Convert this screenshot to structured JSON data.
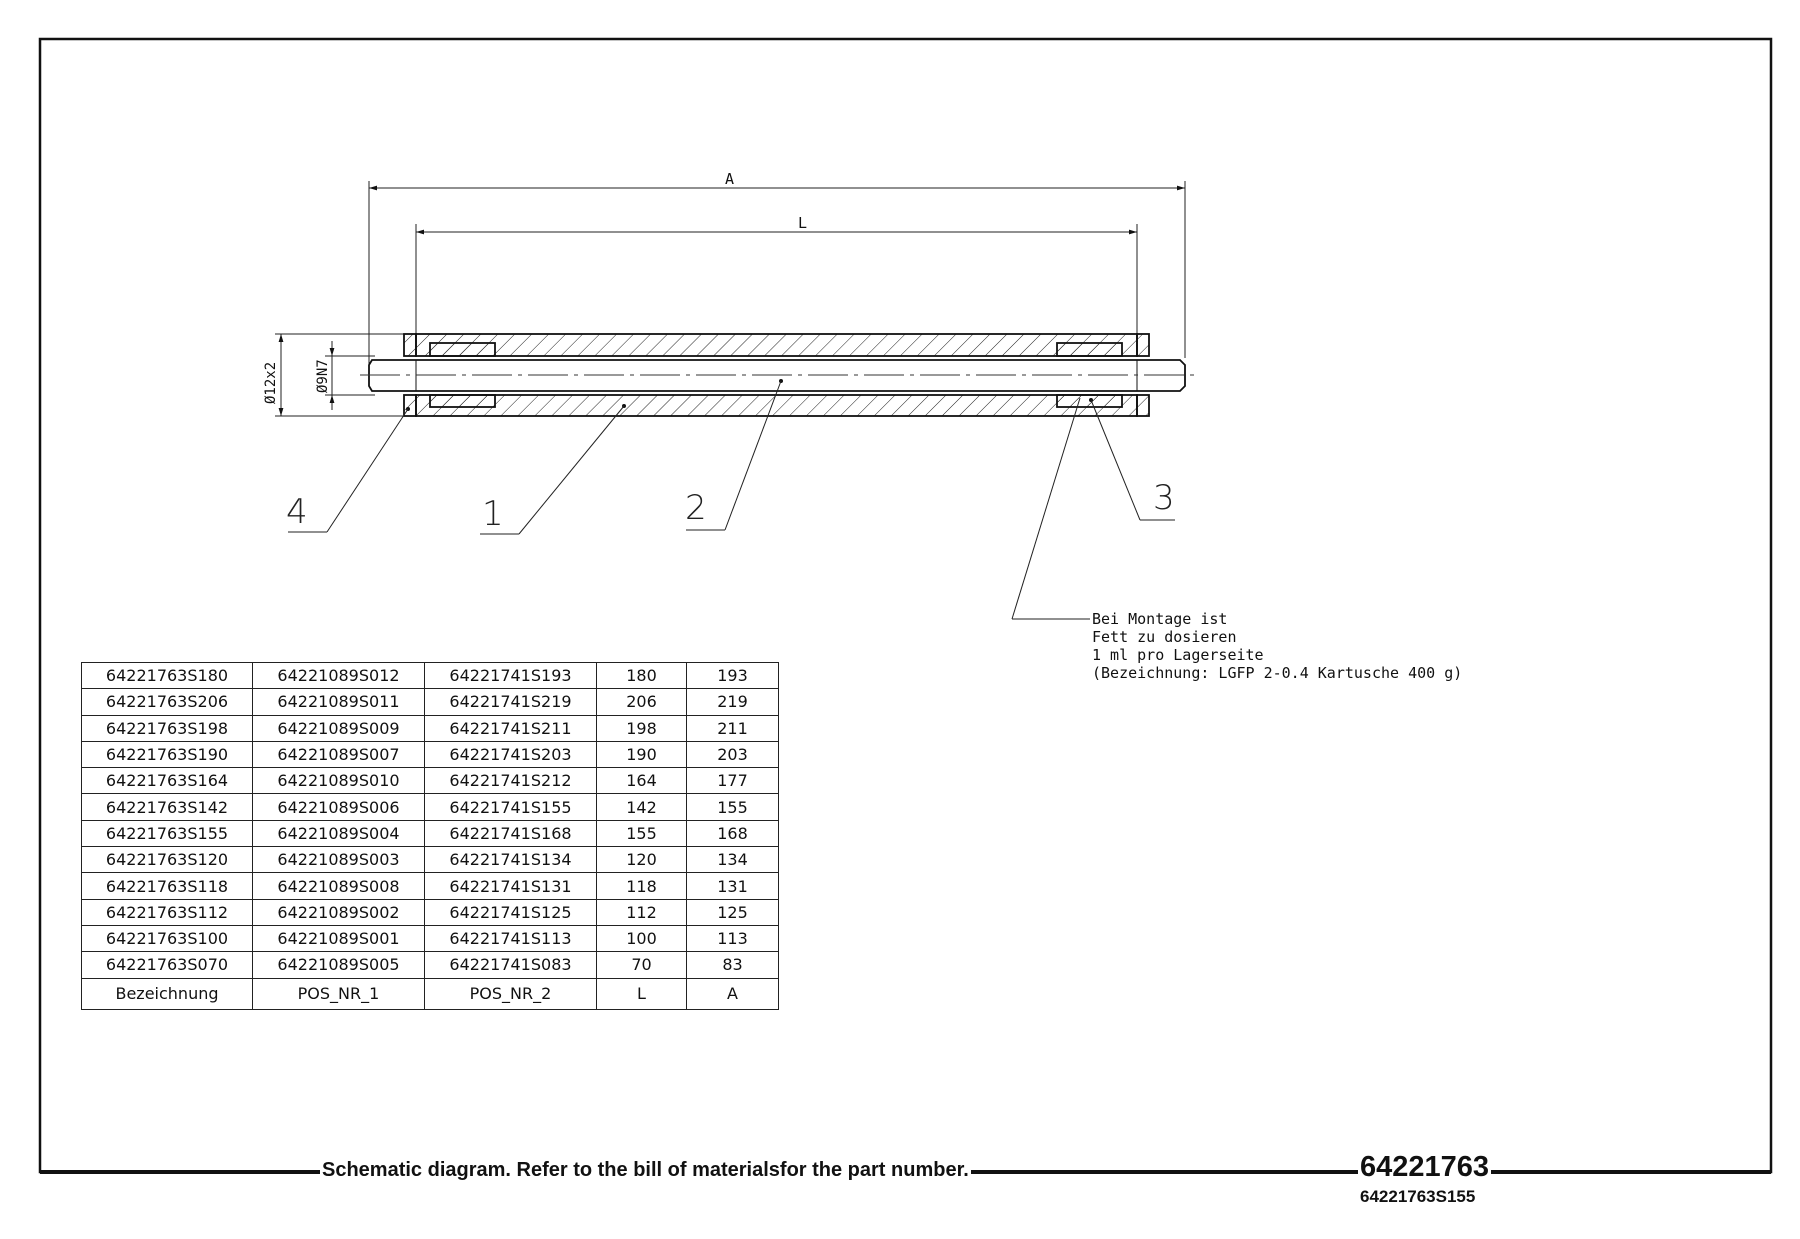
{
  "dimensions": {
    "overall_length_label": "A",
    "bearing_length_label": "L",
    "outer_diameter_label": "Ø12x2",
    "inner_diameter_label": "Ø9N7"
  },
  "callouts": [
    "4",
    "1",
    "2",
    "3"
  ],
  "assembly_note": [
    "Bei Montage ist",
    "Fett zu dosieren",
    "1 ml pro Lagerseite",
    "(Bezeichnung: LGFP 2-0.4 Kartusche 400 g)"
  ],
  "variant_table": {
    "columns": [
      "Bezeichnung",
      "POS_NR_1",
      "POS_NR_2",
      "L",
      "A"
    ],
    "rows": [
      [
        "64221763S180",
        "64221089S012",
        "64221741S193",
        "180",
        "193"
      ],
      [
        "64221763S206",
        "64221089S011",
        "64221741S219",
        "206",
        "219"
      ],
      [
        "64221763S198",
        "64221089S009",
        "64221741S211",
        "198",
        "211"
      ],
      [
        "64221763S190",
        "64221089S007",
        "64221741S203",
        "190",
        "203"
      ],
      [
        "64221763S164",
        "64221089S010",
        "64221741S212",
        "164",
        "177"
      ],
      [
        "64221763S142",
        "64221089S006",
        "64221741S155",
        "142",
        "155"
      ],
      [
        "64221763S155",
        "64221089S004",
        "64221741S168",
        "155",
        "168"
      ],
      [
        "64221763S120",
        "64221089S003",
        "64221741S134",
        "120",
        "134"
      ],
      [
        "64221763S118",
        "64221089S008",
        "64221741S131",
        "118",
        "131"
      ],
      [
        "64221763S112",
        "64221089S002",
        "64221741S125",
        "112",
        "125"
      ],
      [
        "64221763S100",
        "64221089S001",
        "64221741S113",
        "100",
        "113"
      ],
      [
        "64221763S070",
        "64221089S005",
        "64221741S083",
        "70",
        "83"
      ]
    ]
  },
  "footer": {
    "caption": "Schematic diagram. Refer to the bill of materialsfor the part number.",
    "drawing_number": "64221763",
    "part_number": "64221763S155"
  }
}
